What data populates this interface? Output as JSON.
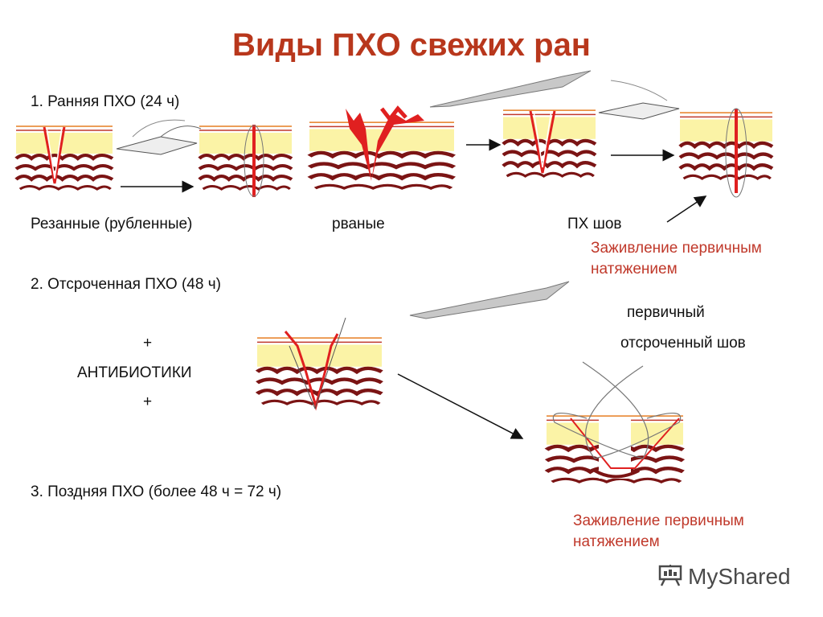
{
  "title": "Виды ПХО свежих ран",
  "items": {
    "early": "1. Ранняя ПХО  (24 ч)",
    "delayed": "2. Отсроченная ПХО (48 ч)",
    "late": "3. Поздняя    ПХО (более 48 ч =  72 ч)"
  },
  "captions": {
    "cut": "Резанные (рубленные)",
    "torn": "рваные",
    "suture": "ПХ шов"
  },
  "healing": {
    "line1": "Заживление первичным",
    "line2": "натяжением"
  },
  "delayed_block": {
    "plus1": "+",
    "antibiotics": "АНТИБИОТИКИ",
    "plus2": "+"
  },
  "suture_label": {
    "line1": "первичный",
    "line2": "отсроченный шов"
  },
  "logo": {
    "text": "MyShared",
    "icon": "presentation-board-icon"
  },
  "colors": {
    "title": "#b8371c",
    "wound": "#e02020",
    "fat": "#fbf3a6",
    "dermis": "#7b1414",
    "healing_text": "#c0392b"
  }
}
